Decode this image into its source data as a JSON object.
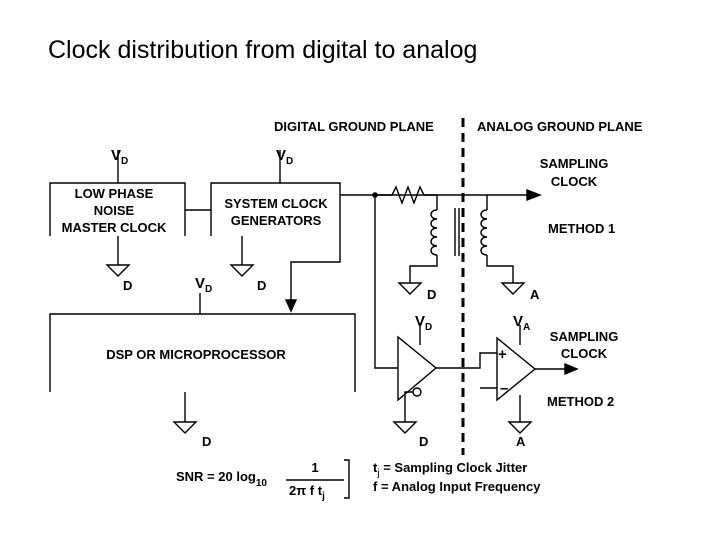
{
  "title": "Clock distribution from digital to analog",
  "planes": {
    "digital": "DIGITAL GROUND PLANE",
    "analog": "ANALOG GROUND PLANE"
  },
  "supply": {
    "v": "V",
    "d": "D",
    "a": "A"
  },
  "blocks": {
    "master_clock": [
      "LOW PHASE",
      "NOISE",
      "MASTER CLOCK"
    ],
    "system_clock": [
      "SYSTEM CLOCK",
      "GENERATORS"
    ],
    "dsp": "DSP OR MICROPROCESSOR"
  },
  "ground": {
    "digital": "D",
    "analog": "A"
  },
  "sampling_clock": [
    "SAMPLING",
    "CLOCK"
  ],
  "methods": {
    "m1": "METHOD 1",
    "m2": "METHOD 2"
  },
  "comparator": {
    "plus": "+",
    "minus": "–"
  },
  "formula": {
    "lhs": "SNR = 20 log",
    "base": "10",
    "numerator": "1",
    "denominator": "2π f t",
    "denominator_sub": "j"
  },
  "legend": {
    "tj_symbol": "t",
    "tj_sub": "j",
    "tj_text": " = Sampling Clock Jitter",
    "f_symbol": "f",
    "f_text": " = Analog Input Frequency"
  }
}
